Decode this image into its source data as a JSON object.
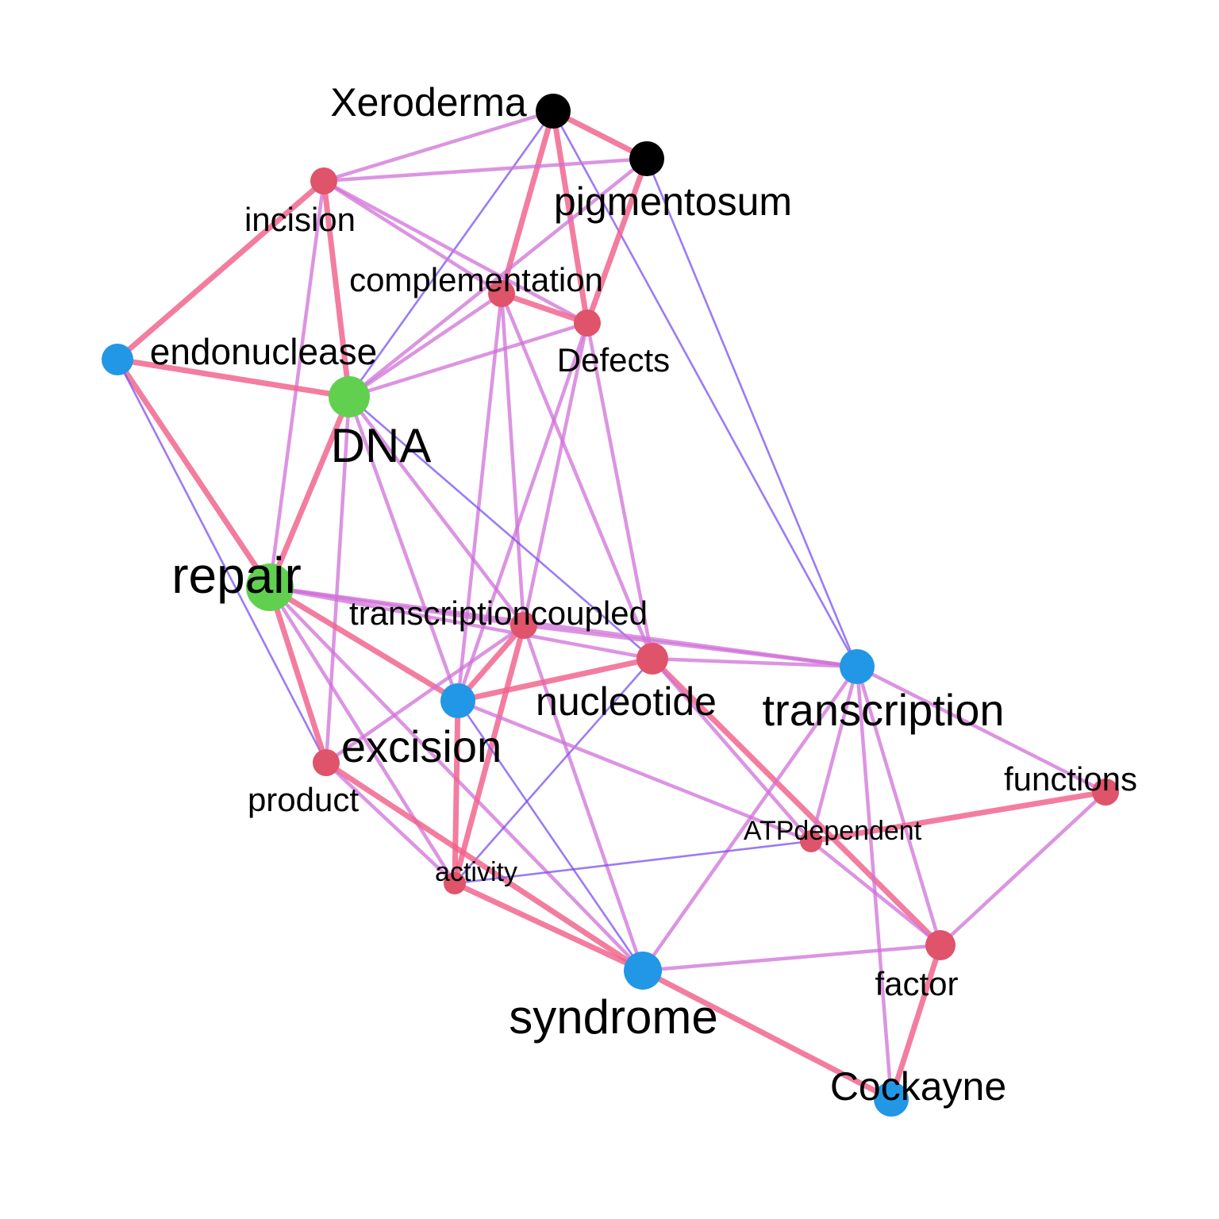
{
  "colors": {
    "black": "#000000",
    "red": "#DF536B",
    "blue": "#2297E6",
    "green": "#61D04F",
    "edge_strong": "#F0608A",
    "edge_medium": "#D070D8",
    "edge_weak": "#7A4FF0"
  },
  "nodes": [
    {
      "id": "xeroderma",
      "label": "Xeroderma",
      "color": "black"
    },
    {
      "id": "pigmentosum",
      "label": "pigmentosum",
      "color": "black"
    },
    {
      "id": "incision",
      "label": "incision",
      "color": "red"
    },
    {
      "id": "complementation",
      "label": "complementation",
      "color": "red"
    },
    {
      "id": "defects",
      "label": "Defects",
      "color": "red"
    },
    {
      "id": "endonuclease",
      "label": "endonuclease",
      "color": "blue"
    },
    {
      "id": "dna",
      "label": "DNA",
      "color": "green"
    },
    {
      "id": "repair",
      "label": "repair",
      "color": "green"
    },
    {
      "id": "transcriptioncoupled",
      "label": "transcriptioncoupled",
      "color": "red"
    },
    {
      "id": "nucleotide",
      "label": "nucleotide",
      "color": "red"
    },
    {
      "id": "transcription",
      "label": "transcription",
      "color": "blue"
    },
    {
      "id": "excision",
      "label": "excision",
      "color": "blue"
    },
    {
      "id": "product",
      "label": "product",
      "color": "red"
    },
    {
      "id": "functions",
      "label": "functions",
      "color": "red"
    },
    {
      "id": "atpdependent",
      "label": "ATPdependent",
      "color": "red"
    },
    {
      "id": "activity",
      "label": "activity",
      "color": "red"
    },
    {
      "id": "factor",
      "label": "factor",
      "color": "red"
    },
    {
      "id": "syndrome",
      "label": "syndrome",
      "color": "blue"
    },
    {
      "id": "cockayne",
      "label": "Cockayne",
      "color": "blue"
    }
  ],
  "edges": [
    {
      "source": "xeroderma",
      "target": "pigmentosum",
      "strength": "strong"
    },
    {
      "source": "xeroderma",
      "target": "incision",
      "strength": "medium"
    },
    {
      "source": "xeroderma",
      "target": "complementation",
      "strength": "strong"
    },
    {
      "source": "xeroderma",
      "target": "defects",
      "strength": "strong"
    },
    {
      "source": "xeroderma",
      "target": "dna",
      "strength": "weak"
    },
    {
      "source": "xeroderma",
      "target": "transcription",
      "strength": "weak"
    },
    {
      "source": "pigmentosum",
      "target": "incision",
      "strength": "medium"
    },
    {
      "source": "pigmentosum",
      "target": "defects",
      "strength": "strong"
    },
    {
      "source": "pigmentosum",
      "target": "dna",
      "strength": "medium"
    },
    {
      "source": "pigmentosum",
      "target": "transcription",
      "strength": "weak"
    },
    {
      "source": "incision",
      "target": "endonuclease",
      "strength": "strong"
    },
    {
      "source": "incision",
      "target": "dna",
      "strength": "strong"
    },
    {
      "source": "incision",
      "target": "defects",
      "strength": "medium"
    },
    {
      "source": "incision",
      "target": "complementation",
      "strength": "medium"
    },
    {
      "source": "incision",
      "target": "repair",
      "strength": "medium"
    },
    {
      "source": "complementation",
      "target": "defects",
      "strength": "strong"
    },
    {
      "source": "complementation",
      "target": "dna",
      "strength": "medium"
    },
    {
      "source": "complementation",
      "target": "excision",
      "strength": "medium"
    },
    {
      "source": "complementation",
      "target": "transcriptioncoupled",
      "strength": "medium"
    },
    {
      "source": "complementation",
      "target": "nucleotide",
      "strength": "medium"
    },
    {
      "source": "defects",
      "target": "dna",
      "strength": "medium"
    },
    {
      "source": "defects",
      "target": "excision",
      "strength": "medium"
    },
    {
      "source": "defects",
      "target": "nucleotide",
      "strength": "medium"
    },
    {
      "source": "defects",
      "target": "transcriptioncoupled",
      "strength": "medium"
    },
    {
      "source": "endonuclease",
      "target": "dna",
      "strength": "strong"
    },
    {
      "source": "endonuclease",
      "target": "repair",
      "strength": "strong"
    },
    {
      "source": "endonuclease",
      "target": "product",
      "strength": "weak"
    },
    {
      "source": "dna",
      "target": "repair",
      "strength": "strong"
    },
    {
      "source": "dna",
      "target": "excision",
      "strength": "medium"
    },
    {
      "source": "dna",
      "target": "nucleotide",
      "strength": "weak"
    },
    {
      "source": "dna",
      "target": "transcriptioncoupled",
      "strength": "medium"
    },
    {
      "source": "dna",
      "target": "product",
      "strength": "medium"
    },
    {
      "source": "repair",
      "target": "product",
      "strength": "strong"
    },
    {
      "source": "repair",
      "target": "excision",
      "strength": "strong"
    },
    {
      "source": "repair",
      "target": "transcriptioncoupled",
      "strength": "medium"
    },
    {
      "source": "repair",
      "target": "nucleotide",
      "strength": "medium"
    },
    {
      "source": "repair",
      "target": "activity",
      "strength": "medium"
    },
    {
      "source": "repair",
      "target": "syndrome",
      "strength": "medium"
    },
    {
      "source": "repair",
      "target": "transcription",
      "strength": "medium"
    },
    {
      "source": "transcriptioncoupled",
      "target": "excision",
      "strength": "strong"
    },
    {
      "source": "transcriptioncoupled",
      "target": "product",
      "strength": "medium"
    },
    {
      "source": "transcriptioncoupled",
      "target": "activity",
      "strength": "strong"
    },
    {
      "source": "transcriptioncoupled",
      "target": "syndrome",
      "strength": "medium"
    },
    {
      "source": "transcriptioncoupled",
      "target": "transcription",
      "strength": "medium"
    },
    {
      "source": "nucleotide",
      "target": "excision",
      "strength": "strong"
    },
    {
      "source": "nucleotide",
      "target": "factor",
      "strength": "strong"
    },
    {
      "source": "nucleotide",
      "target": "activity",
      "strength": "weak"
    },
    {
      "source": "nucleotide",
      "target": "transcription",
      "strength": "medium"
    },
    {
      "source": "excision",
      "target": "activity",
      "strength": "strong"
    },
    {
      "source": "excision",
      "target": "syndrome",
      "strength": "weak"
    },
    {
      "source": "excision",
      "target": "atpdependent",
      "strength": "medium"
    },
    {
      "source": "transcription",
      "target": "functions",
      "strength": "medium"
    },
    {
      "source": "transcription",
      "target": "atpdependent",
      "strength": "medium"
    },
    {
      "source": "transcription",
      "target": "factor",
      "strength": "medium"
    },
    {
      "source": "transcription",
      "target": "syndrome",
      "strength": "medium"
    },
    {
      "source": "transcription",
      "target": "cockayne",
      "strength": "medium"
    },
    {
      "source": "product",
      "target": "syndrome",
      "strength": "strong"
    },
    {
      "source": "product",
      "target": "activity",
      "strength": "medium"
    },
    {
      "source": "activity",
      "target": "syndrome",
      "strength": "strong"
    },
    {
      "source": "activity",
      "target": "atpdependent",
      "strength": "weak"
    },
    {
      "source": "atpdependent",
      "target": "functions",
      "strength": "strong"
    },
    {
      "source": "atpdependent",
      "target": "factor",
      "strength": "medium"
    },
    {
      "source": "atpdependent",
      "target": "nucleotide",
      "strength": "medium"
    },
    {
      "source": "functions",
      "target": "factor",
      "strength": "medium"
    },
    {
      "source": "factor",
      "target": "syndrome",
      "strength": "medium"
    },
    {
      "source": "factor",
      "target": "cockayne",
      "strength": "strong"
    },
    {
      "source": "syndrome",
      "target": "cockayne",
      "strength": "strong"
    }
  ]
}
